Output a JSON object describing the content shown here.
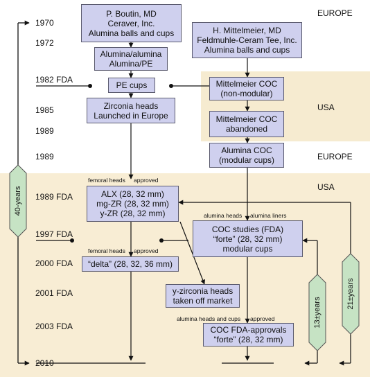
{
  "regions": {
    "europe_top": "EUROPE",
    "usa_1": "USA",
    "europe_2": "EUROPE",
    "usa_2": "USA"
  },
  "years": [
    "1970",
    "1972",
    "1982 FDA",
    "1985",
    "1989",
    "1989",
    "1989 FDA",
    "1997 FDA",
    "2000 FDA",
    "2001 FDA",
    "2003 FDA",
    "2010"
  ],
  "boxes": {
    "boutin": [
      "P. Boutin, MD",
      "Ceraver, Inc.",
      "Alumina balls and cups"
    ],
    "mittelmeier": [
      "H. Mittelmeier, MD",
      "Feldmuhle-Ceram Tee, Inc.",
      "Alumina balls and cups"
    ],
    "alumina_pe": [
      "Alumina/alumina",
      "Alumina/PE"
    ],
    "pe_cups": [
      "PE cups"
    ],
    "mittelmeier_coc": [
      "Mittelmeier COC",
      "(non-modular)"
    ],
    "zirconia": [
      "Zirconia heads",
      "Launched in Europe"
    ],
    "abandoned": [
      "Mittelmeier COC",
      "abandoned"
    ],
    "alumina_coc": [
      "Alumina COC",
      "(modular cups)"
    ],
    "alx": [
      "ALX (28, 32 mm)",
      "mg-ZR (28, 32 mm)",
      "y-ZR (28, 32 mm)"
    ],
    "coc_studies": [
      "COC studies (FDA)",
      "“forte” (28, 32 mm)",
      "modular cups"
    ],
    "delta": [
      "“delta” (28, 32, 36 mm)"
    ],
    "yzirconia": [
      "y-zirconia heads",
      "taken off market"
    ],
    "coc_fda": [
      "COC FDA-approvals",
      "“forte” (28, 32 mm)"
    ]
  },
  "small_labels": {
    "femoral_heads_1": "femoral heads",
    "approved_1": "approved",
    "alumina_heads": "alumina heads",
    "alumina_liners": "alumina liners",
    "femoral_heads_2": "femoral heads",
    "approved_2": "approved",
    "alumina_heads_cups": "alumina heads and cups",
    "approved_3": "approved"
  },
  "spans": {
    "forty_years": "40-years",
    "thirteen_years": "13±years",
    "twentyone_years": "21±years"
  },
  "colors": {
    "box_fill": "#cfd0ee",
    "usa_band": "#f6ebd0",
    "lower_band": "#f8edd4",
    "hexagon": "#c6e3c4"
  }
}
